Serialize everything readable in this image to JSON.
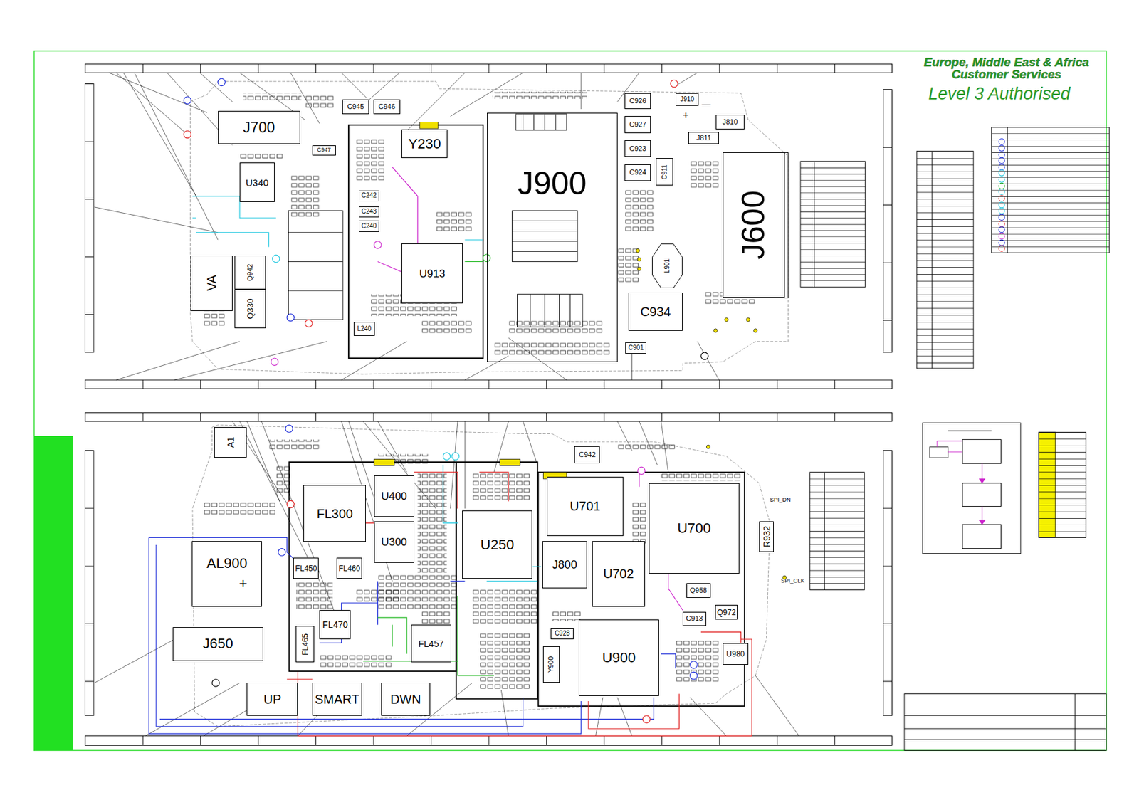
{
  "diagram": {
    "title": "Europe, Middle East & Africa Customer Services",
    "nodes": [
      {
        "text": [
          "J700"
        ]
      },
      {
        "text": [
          "U340"
        ]
      },
      {
        "text": [
          "VA"
        ]
      },
      {
        "text": [
          "Q942"
        ]
      },
      {
        "text": [
          "Q330"
        ]
      },
      {
        "text": [
          "C945"
        ]
      },
      {
        "text": [
          "C946"
        ]
      },
      {
        "text": [
          "C947"
        ]
      },
      {
        "text": [
          "Y230"
        ]
      },
      {
        "text": [
          "C242"
        ]
      },
      {
        "text": [
          "C243"
        ]
      },
      {
        "text": [
          "C240"
        ]
      },
      {
        "text": [
          "U913"
        ]
      },
      {
        "text": [
          "L240"
        ]
      },
      {
        "text": [
          "J900"
        ]
      },
      {
        "text": [
          "C926"
        ]
      },
      {
        "text": [
          "C927"
        ]
      },
      {
        "text": [
          "C923"
        ]
      },
      {
        "text": [
          "C924"
        ]
      },
      {
        "text": [
          "C911"
        ]
      },
      {
        "text": [
          "J910"
        ]
      },
      {
        "text": [
          "J810"
        ]
      },
      {
        "text": [
          "J811"
        ]
      },
      {
        "text": [
          "L901"
        ]
      },
      {
        "text": [
          "C934"
        ]
      },
      {
        "text": [
          "C901"
        ]
      },
      {
        "text": [
          "J600"
        ]
      },
      {
        "text": [
          "A1"
        ]
      },
      {
        "text": [
          "FL300"
        ]
      },
      {
        "text": [
          "U400"
        ]
      },
      {
        "text": [
          "U300"
        ]
      },
      {
        "text": [
          "FL450"
        ]
      },
      {
        "text": [
          "FL460"
        ]
      },
      {
        "text": [
          "FL470"
        ]
      },
      {
        "text": [
          "FL465"
        ]
      },
      {
        "text": [
          "FL457"
        ]
      },
      {
        "text": [
          "U250"
        ]
      },
      {
        "text": [
          "U701"
        ]
      },
      {
        "text": [
          "C942"
        ]
      },
      {
        "text": [
          "J800"
        ]
      },
      {
        "text": [
          "U702"
        ]
      },
      {
        "text": [
          "U700"
        ]
      },
      {
        "text": [
          "R932"
        ]
      },
      {
        "text": [
          "Q958"
        ]
      },
      {
        "text": [
          "Q972"
        ]
      },
      {
        "text": [
          "C913"
        ]
      },
      {
        "text": [
          "U900"
        ]
      },
      {
        "text": [
          "U980"
        ]
      },
      {
        "text": [
          "C928"
        ]
      },
      {
        "text": [
          "Y900"
        ]
      },
      {
        "text": [
          "AL900",
          "+"
        ]
      },
      {
        "text": [
          "J650"
        ]
      },
      {
        "text": [
          "UP"
        ]
      },
      {
        "text": [
          "SMART"
        ]
      },
      {
        "text": [
          "DWN"
        ]
      }
    ],
    "labels": [
      "Level 3 Authorised",
      "+",
      "—",
      "SPI_DN",
      "SPI_CLK"
    ]
  }
}
